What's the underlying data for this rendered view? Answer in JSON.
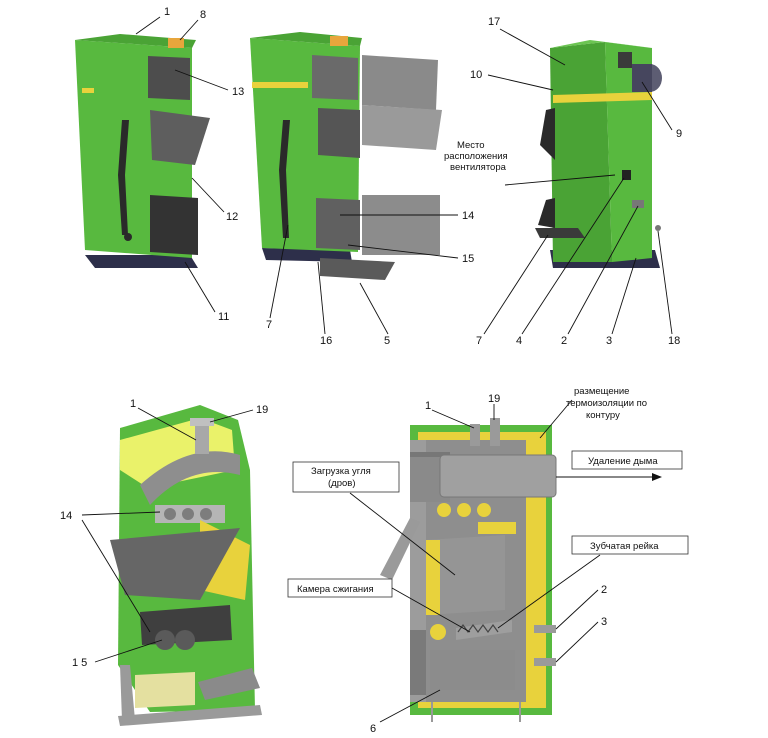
{
  "callouts": {
    "top_left": {
      "n1": "1",
      "n8": "8",
      "n13": "13",
      "n12": "12",
      "n11": "11"
    },
    "top_middle": {
      "n14": "14",
      "n15": "15",
      "n7": "7",
      "n16": "16",
      "n5": "5"
    },
    "top_right": {
      "n17": "17",
      "n10": "10",
      "n9": "9",
      "n7": "7",
      "n4": "4",
      "n2": "2",
      "n3": "3",
      "n18": "18"
    },
    "bottom_left": {
      "n1": "1",
      "n19": "19",
      "n14": "14",
      "n15": "1 5"
    },
    "bottom_right": {
      "n1": "1",
      "n19": "19",
      "n2": "2",
      "n3": "3",
      "n6": "6"
    }
  },
  "labels": {
    "fan_location": [
      "Место",
      "расположения",
      "вентилятора"
    ],
    "insulation": [
      "размещение",
      "термоизоляции по",
      "контуру"
    ],
    "coal_loading": [
      "Загрузка угля",
      "(дров)"
    ],
    "smoke_removal": "Удаление дыма",
    "toothed_rail": "Зубчатая рейка",
    "combustion_chamber": "Камера сжигания"
  },
  "colors": {
    "body_green": "#58b93f",
    "dark_green": "#3b8f2e",
    "accent_yellow": "#e8d23c",
    "door_gray": "#5e5e5e",
    "steel_gray": "#9c9c9c",
    "dark": "#2a2a2a"
  }
}
